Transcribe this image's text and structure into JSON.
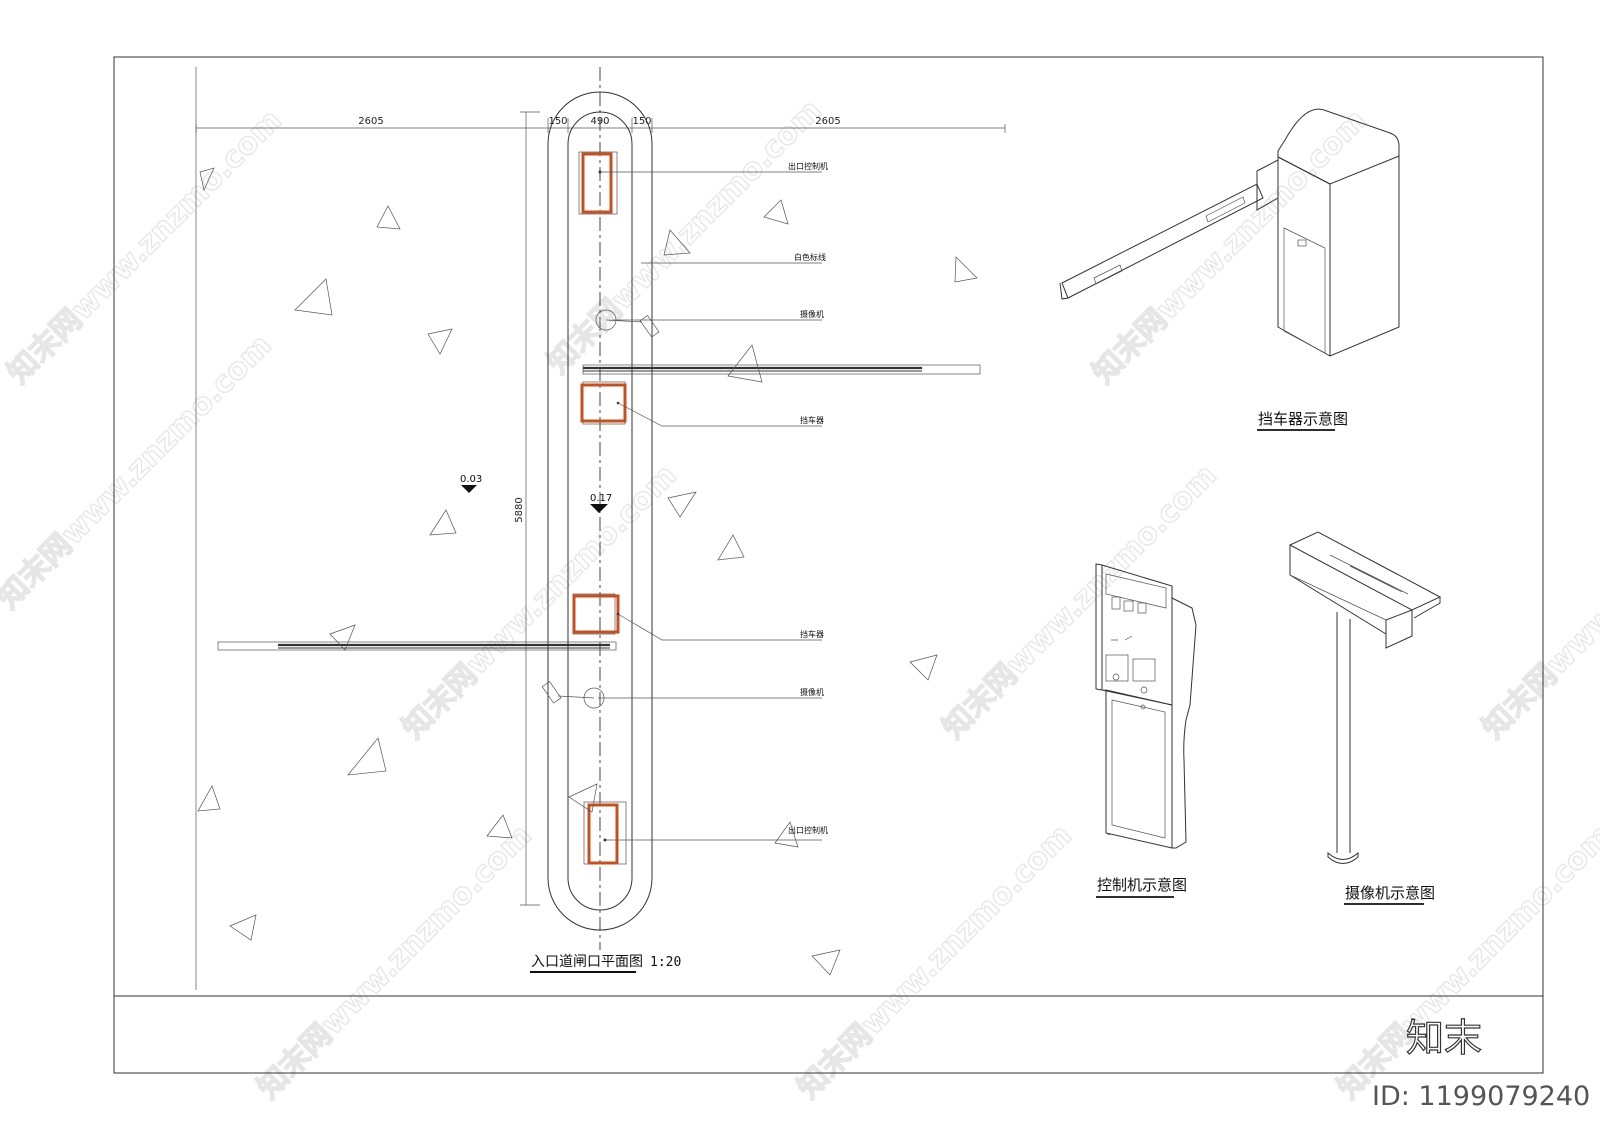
{
  "plan": {
    "title": "入口道闸口平面图",
    "scale": "1:20",
    "dims": {
      "left_width": "2605",
      "right_width": "2605",
      "side_a": "150",
      "center": "490",
      "side_b": "150",
      "length": "5880"
    },
    "levels": {
      "left": "0.03",
      "island": "0.17"
    },
    "labels": {
      "controller_top": "出口控制机",
      "white_line": "白色标线",
      "camera_top": "摄像机",
      "barrier_top": "挡车器",
      "barrier_bottom": "挡车器",
      "camera_bottom": "摄像机",
      "controller_bottom": "出口控制机"
    }
  },
  "views": {
    "barrier": "挡车器示意图",
    "controller": "控制机示意图",
    "camera": "摄像机示意图"
  },
  "brand": "知末",
  "id_label": "ID: 1199079240",
  "watermark": "知末网www.znzmo.com",
  "colors": {
    "highlight": "#c8501e",
    "line": "#333333"
  }
}
